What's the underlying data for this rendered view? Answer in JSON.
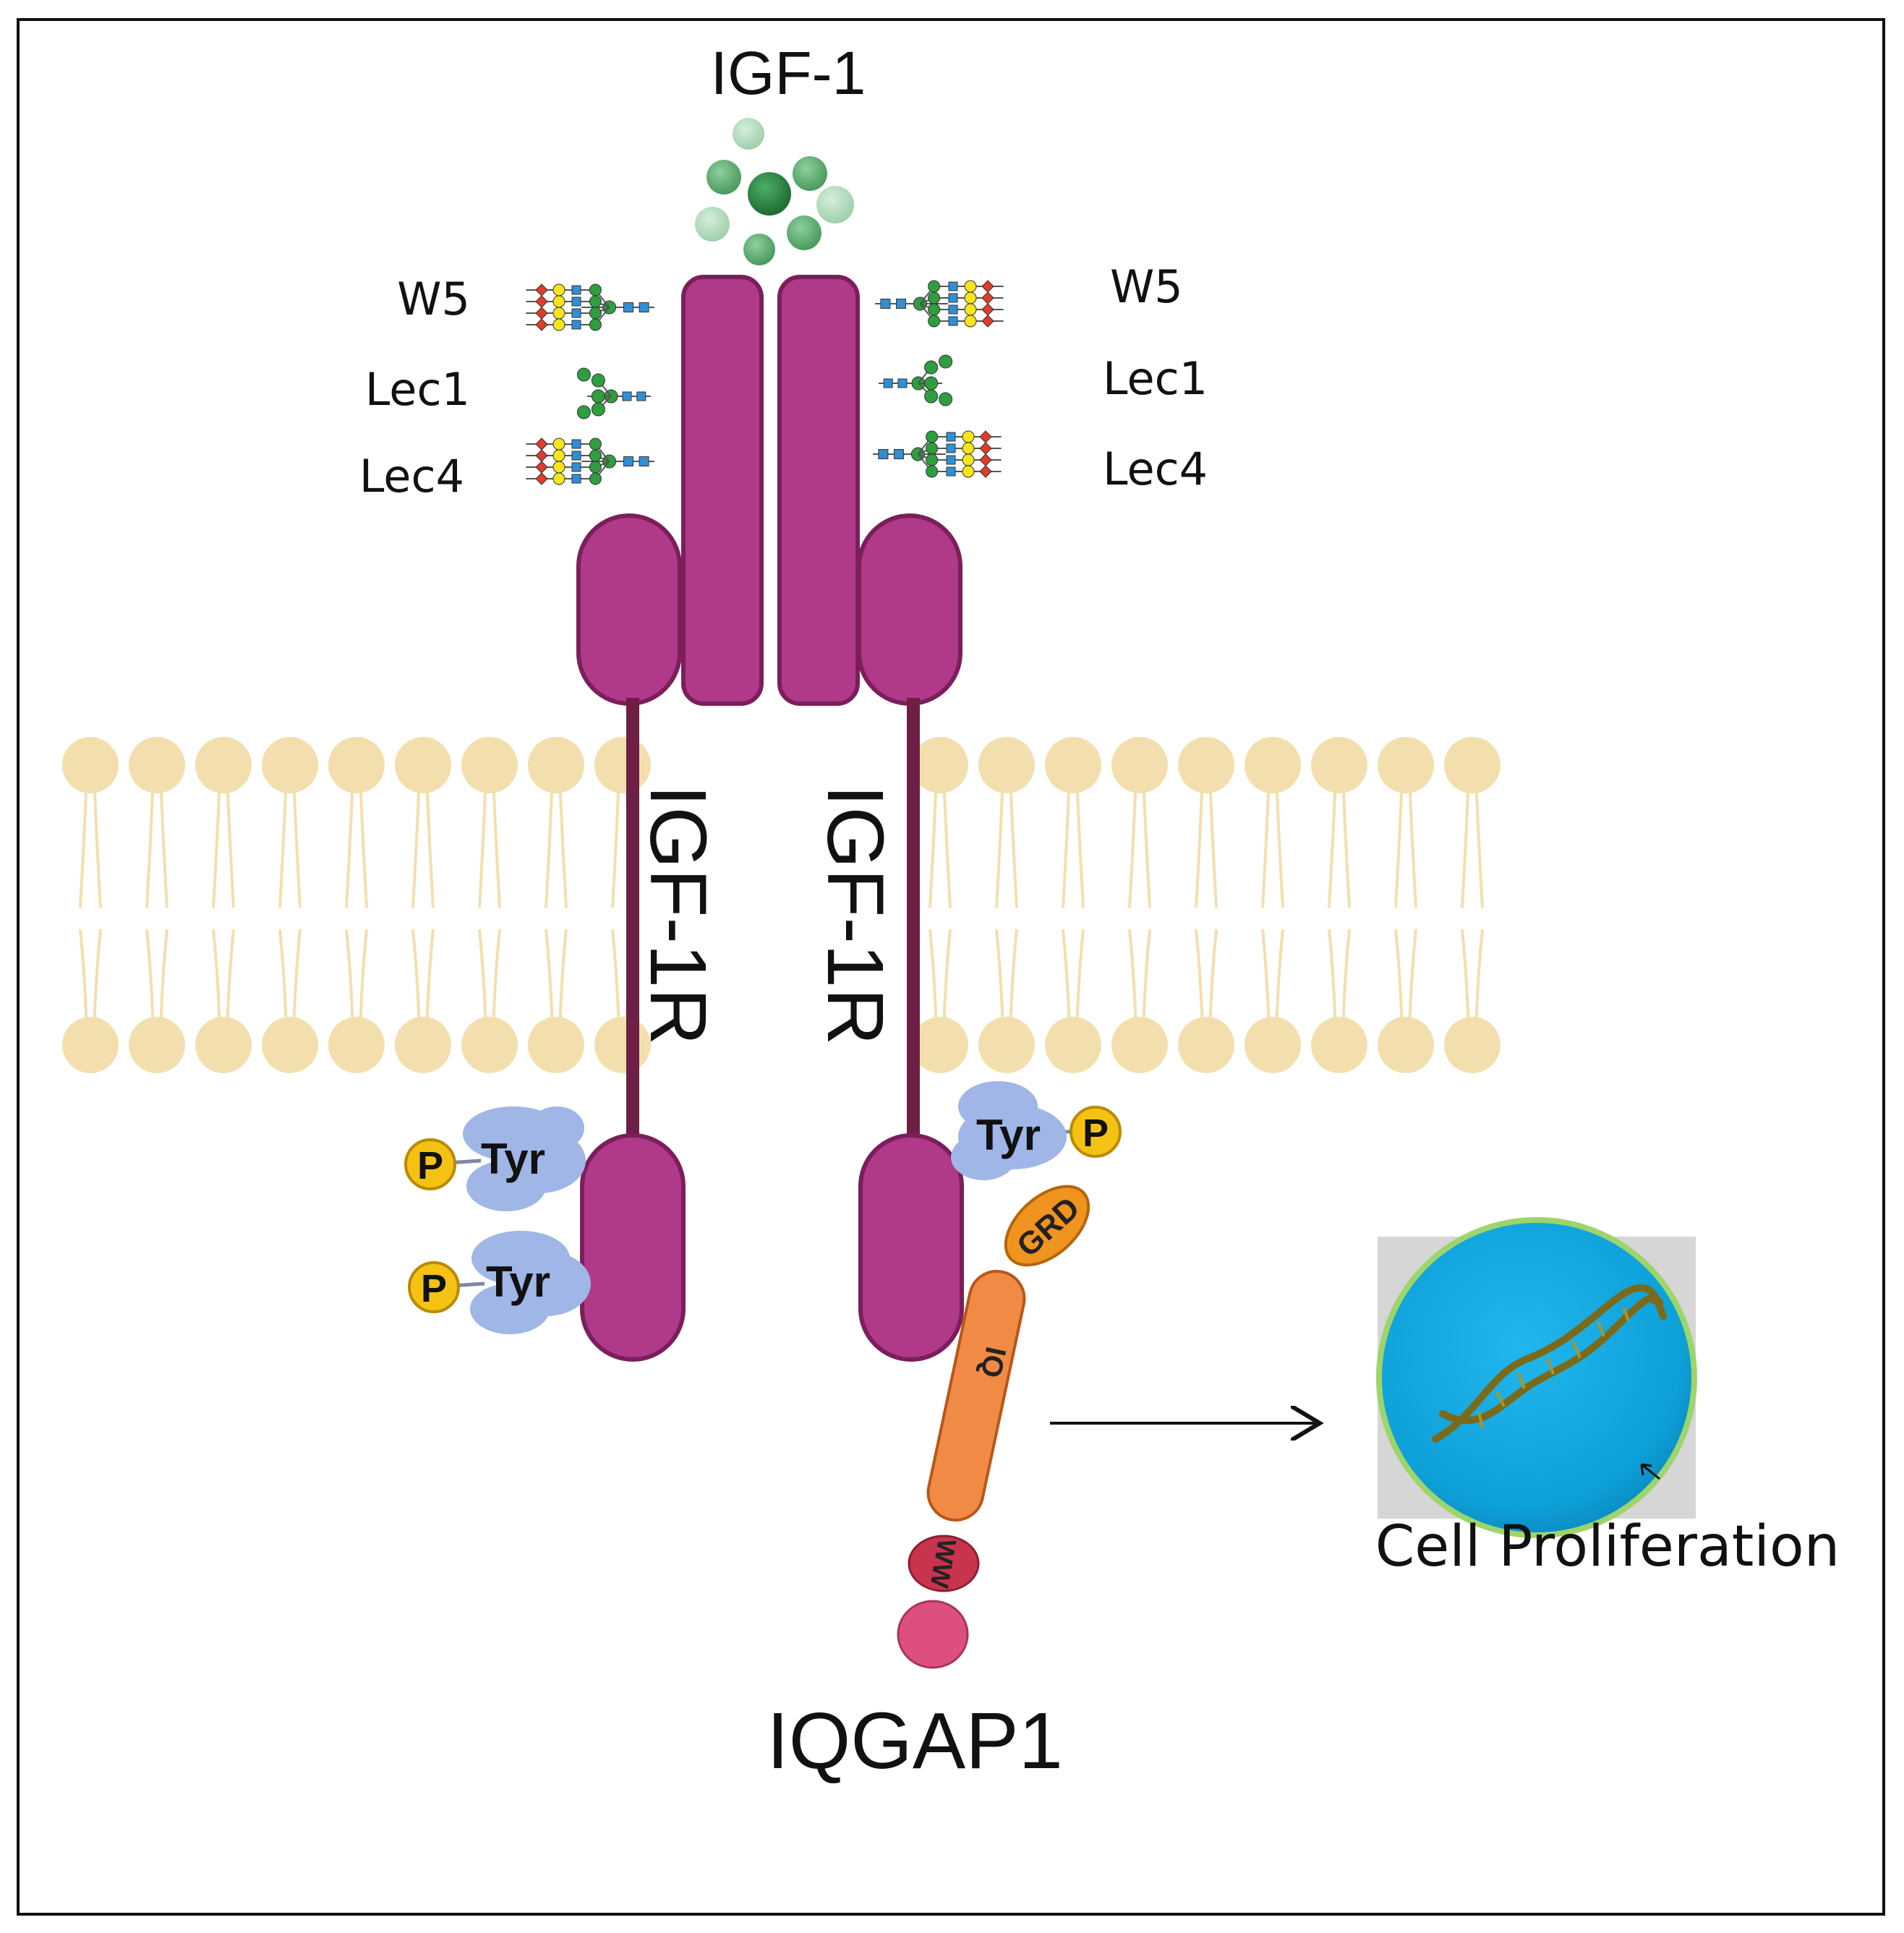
{
  "labels": {
    "ligand": "IGF-1",
    "receptor_left": "IGF-1R",
    "receptor_right": "IGF-1R",
    "scaffold": "IQGAP1",
    "outcome": "Cell Proliferation"
  },
  "glycans": {
    "left": [
      "W5",
      "Lec1",
      "Lec4"
    ],
    "right": [
      "W5",
      "Lec1",
      "Lec4"
    ]
  },
  "phospho": {
    "p_label": "P",
    "tyr_label": "Tyr"
  },
  "iqgap_domains": {
    "grd": "GRD",
    "iq": "IQ",
    "ww": "WW"
  },
  "colors": {
    "receptor": "#b0398a",
    "receptor_outline": "#7a1f5a",
    "transmembrane": "#6e1f45",
    "lipid": "#f3dfae",
    "tyr_blob": "#9fb6e6",
    "phosphate": "#f5c214",
    "grd": "#f0941f",
    "iq": "#f08a45",
    "ww": "#c8344e",
    "iqgap_tail": "#dd4f7f",
    "nucleus": "#1aa9e0",
    "igf1": "#3d9a56"
  }
}
